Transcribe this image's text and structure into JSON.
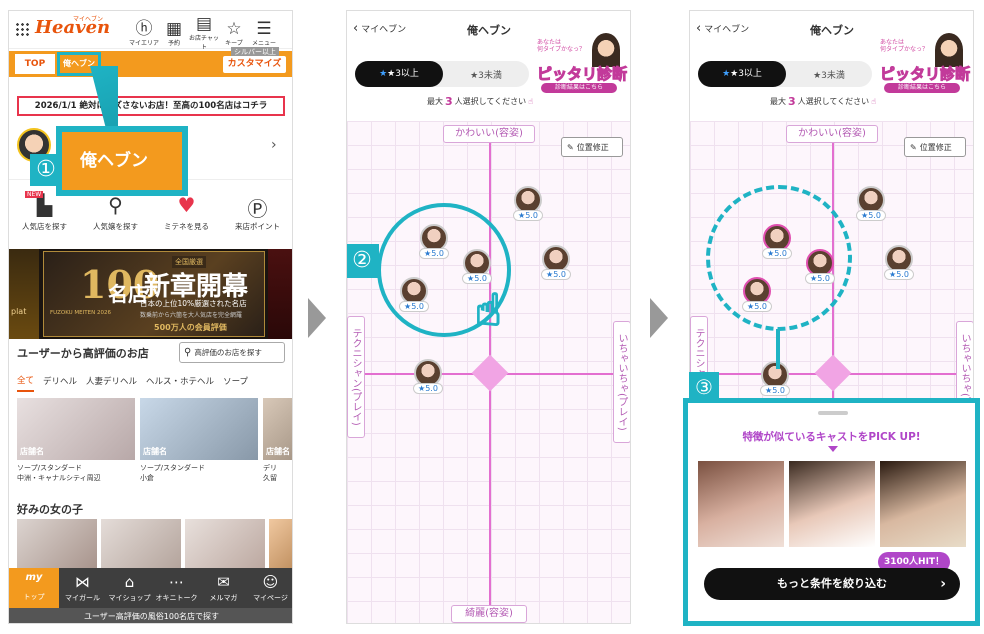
{
  "p1": {
    "topbar": {
      "logo_sub": "マイヘブン",
      "icons": [
        {
          "icon": "map-pin-icon",
          "label": "マイエリア"
        },
        {
          "icon": "calendar-icon",
          "label": "予約"
        },
        {
          "icon": "chat-icon",
          "label": "お店チャット"
        },
        {
          "icon": "star-icon",
          "label": "キープ"
        },
        {
          "icon": "menu-icon",
          "label": "メニュー"
        }
      ]
    },
    "tabs": {
      "top": "TOP",
      "ore": "俺ヘブン",
      "silver": "シルバー以上",
      "customize": "カスタマイズ"
    },
    "banner": "2026/1/1 絶対にハズさないお店！至高の100名店はコチラ",
    "callout": {
      "num": "①",
      "label": "俺ヘブン"
    },
    "quick": [
      {
        "icon": "search-shop-icon",
        "label": "人気店を探す",
        "badge": "NEW"
      },
      {
        "icon": "search-girl-icon",
        "label": "人気嬢を探す"
      },
      {
        "icon": "heart-icon",
        "label": "ミテネを見る"
      },
      {
        "icon": "point-icon",
        "label": "来店ポイント"
      }
    ],
    "promo": {
      "badge": "全国厳選",
      "title": "新章開幕",
      "num": "100",
      "unit": "名店",
      "sub": "日本の上位10%厳選された名店",
      "sub2": "数乗前から六箇を大人気店を完全網羅",
      "foot": "500万人の会員評価",
      "side_text": "plat",
      "brand": "FUZOKU MEITEN 2026"
    },
    "section1": {
      "title": "ユーザーから高評価のお店",
      "search": "高評価のお店を探す"
    },
    "filters": [
      "全て",
      "デリヘル",
      "人妻デリヘル",
      "ヘルス・ホテヘル",
      "ソープ"
    ],
    "shops": [
      {
        "name": "店舗名",
        "genre": "ソープ/スタンダード",
        "area": "中洲・キャナルシティ周辺"
      },
      {
        "name": "店舗名",
        "genre": "ソープ/スタンダード",
        "area": "小倉"
      },
      {
        "name": "店舗名",
        "genre": "デリ",
        "area": "久留"
      }
    ],
    "section2": {
      "title": "好みの女の子"
    },
    "bottom_nav": [
      {
        "icon": "my-heaven-icon",
        "label": "トップ",
        "top": "my"
      },
      {
        "icon": "ribbon-icon",
        "label": "マイガール"
      },
      {
        "icon": "shop-icon",
        "label": "マイショップ"
      },
      {
        "icon": "talk-icon",
        "label": "オキニトーク"
      },
      {
        "icon": "mail-icon",
        "label": "メルマガ"
      },
      {
        "icon": "user-icon",
        "label": "マイページ"
      }
    ],
    "footer": "ユーザー高評価の風俗100名店で探す"
  },
  "p2": {
    "header": {
      "back": "マイヘブン",
      "title": "俺ヘブン"
    },
    "ad": {
      "line1": "あなたは",
      "line2": "何タイプかなっ？",
      "big": "ピッタリ診断",
      "sub": "診断結果はこちら"
    },
    "toggle": {
      "on": "★3以上",
      "off": "★3未満"
    },
    "hint": {
      "pre": "最大",
      "num": "3",
      "post": "人選択してください"
    },
    "axis": {
      "top": "かわいい(容姿)",
      "bottom": "綺麗(容姿)",
      "left": "テクニシャン(プレイ)",
      "right": "いちゃいちゃ(プレイ)"
    },
    "fix_button": "位置修正",
    "callout": "②",
    "rating": "★5.0"
  },
  "p3": {
    "callout": "③",
    "sheet": {
      "title": "特徴が似ているキャストをPICK UP!",
      "hit": "3100人HIT！",
      "button": "もっと条件を絞り込む"
    }
  }
}
